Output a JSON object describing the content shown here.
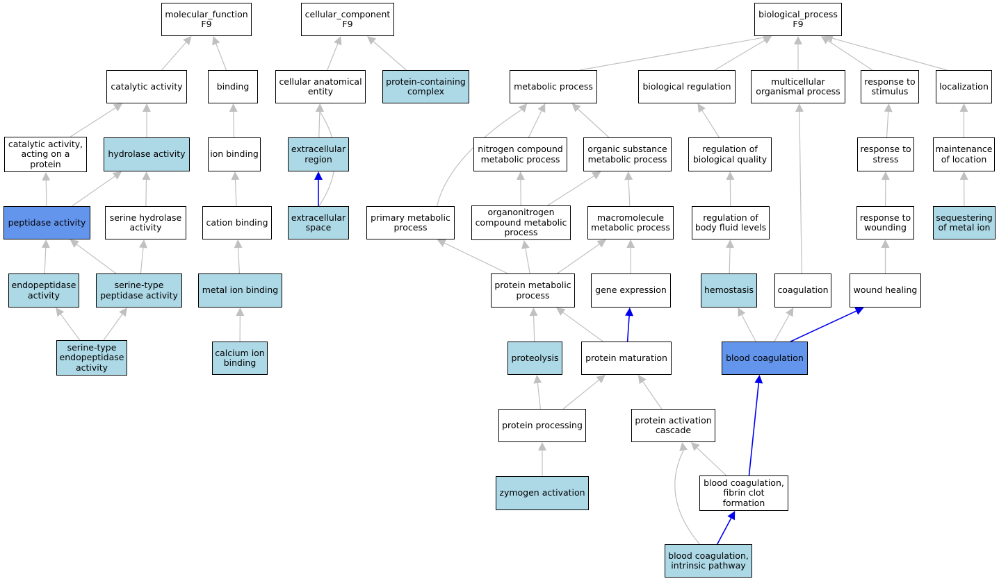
{
  "colors": {
    "plain": "#ffffff",
    "light": "#add8e6",
    "strong": "#6495ed",
    "edge_gray": "#c0c0c0",
    "edge_blue": "#0000ee"
  },
  "nodes": {
    "mf_root": {
      "label": "molecular_function\nF9",
      "style": "plain"
    },
    "catalytic": {
      "label": "catalytic activity",
      "style": "plain"
    },
    "binding": {
      "label": "binding",
      "style": "plain"
    },
    "cat_protein": {
      "label": "catalytic activity,\nacting on a\nprotein",
      "style": "plain"
    },
    "hydrolase": {
      "label": "hydrolase activity",
      "style": "light"
    },
    "ion_binding": {
      "label": "ion binding",
      "style": "plain"
    },
    "peptidase": {
      "label": "peptidase activity",
      "style": "strong"
    },
    "serine_hydrolase": {
      "label": "serine hydrolase\nactivity",
      "style": "plain"
    },
    "cation_binding": {
      "label": "cation binding",
      "style": "plain"
    },
    "endopeptidase": {
      "label": "endopeptidase\nactivity",
      "style": "light"
    },
    "serine_peptidase": {
      "label": "serine-type\npeptidase activity",
      "style": "light"
    },
    "metal_ion_binding": {
      "label": "metal ion binding",
      "style": "light"
    },
    "serine_endopeptidase": {
      "label": "serine-type\nendopeptidase\nactivity",
      "style": "light"
    },
    "calcium_binding": {
      "label": "calcium ion\nbinding",
      "style": "light"
    },
    "cc_root": {
      "label": "cellular_component\nF9",
      "style": "plain"
    },
    "cell_anat": {
      "label": "cellular anatomical\nentity",
      "style": "plain"
    },
    "protein_complex": {
      "label": "protein-containing\ncomplex",
      "style": "light"
    },
    "extracellular_region": {
      "label": "extracellular\nregion",
      "style": "light"
    },
    "extracellular_space": {
      "label": "extracellular\nspace",
      "style": "light"
    },
    "bp_root": {
      "label": "biological_process\nF9",
      "style": "plain"
    },
    "metabolic": {
      "label": "metabolic process",
      "style": "plain"
    },
    "bio_reg": {
      "label": "biological regulation",
      "style": "plain"
    },
    "multicell": {
      "label": "multicellular\norganismal process",
      "style": "plain"
    },
    "resp_stim": {
      "label": "response to\nstimulus",
      "style": "plain"
    },
    "localization": {
      "label": "localization",
      "style": "plain"
    },
    "nitrogen": {
      "label": "nitrogen compound\nmetabolic process",
      "style": "plain"
    },
    "organic": {
      "label": "organic substance\nmetabolic process",
      "style": "plain"
    },
    "reg_bio_quality": {
      "label": "regulation of\nbiological quality",
      "style": "plain"
    },
    "resp_stress": {
      "label": "response to\nstress",
      "style": "plain"
    },
    "maint_location": {
      "label": "maintenance\nof location",
      "style": "plain"
    },
    "primary_met": {
      "label": "primary metabolic\nprocess",
      "style": "plain"
    },
    "organonitrogen": {
      "label": "organonitrogen\ncompound metabolic\nprocess",
      "style": "plain"
    },
    "macromolecule": {
      "label": "macromolecule\nmetabolic process",
      "style": "plain"
    },
    "reg_body_fluid": {
      "label": "regulation of\nbody fluid levels",
      "style": "plain"
    },
    "resp_wounding": {
      "label": "response to\nwounding",
      "style": "plain"
    },
    "seq_metal_ion": {
      "label": "sequestering\nof metal ion",
      "style": "light"
    },
    "protein_met": {
      "label": "protein metabolic\nprocess",
      "style": "plain"
    },
    "gene_expr": {
      "label": "gene expression",
      "style": "plain"
    },
    "hemostasis": {
      "label": "hemostasis",
      "style": "light"
    },
    "coagulation": {
      "label": "coagulation",
      "style": "plain"
    },
    "wound_healing": {
      "label": "wound healing",
      "style": "plain"
    },
    "proteolysis": {
      "label": "proteolysis",
      "style": "light"
    },
    "protein_maturation": {
      "label": "protein maturation",
      "style": "plain"
    },
    "blood_coag": {
      "label": "blood coagulation",
      "style": "strong"
    },
    "protein_processing": {
      "label": "protein processing",
      "style": "plain"
    },
    "prot_act_cascade": {
      "label": "protein activation\ncascade",
      "style": "plain"
    },
    "fibrin_clot": {
      "label": "blood coagulation,\nfibrin clot\nformation",
      "style": "plain"
    },
    "zymogen": {
      "label": "zymogen activation",
      "style": "light"
    },
    "intrinsic": {
      "label": "blood coagulation,\nintrinsic pathway",
      "style": "light"
    }
  },
  "edges": [
    {
      "from": "catalytic",
      "to": "mf_root",
      "color": "gray"
    },
    {
      "from": "binding",
      "to": "mf_root",
      "color": "gray"
    },
    {
      "from": "cat_protein",
      "to": "catalytic",
      "color": "gray"
    },
    {
      "from": "hydrolase",
      "to": "catalytic",
      "color": "gray"
    },
    {
      "from": "ion_binding",
      "to": "binding",
      "color": "gray"
    },
    {
      "from": "peptidase",
      "to": "cat_protein",
      "color": "gray"
    },
    {
      "from": "peptidase",
      "to": "hydrolase",
      "color": "gray"
    },
    {
      "from": "serine_hydrolase",
      "to": "hydrolase",
      "color": "gray"
    },
    {
      "from": "cation_binding",
      "to": "ion_binding",
      "color": "gray"
    },
    {
      "from": "endopeptidase",
      "to": "peptidase",
      "color": "gray"
    },
    {
      "from": "serine_peptidase",
      "to": "peptidase",
      "color": "gray"
    },
    {
      "from": "serine_peptidase",
      "to": "serine_hydrolase",
      "color": "gray"
    },
    {
      "from": "metal_ion_binding",
      "to": "cation_binding",
      "color": "gray"
    },
    {
      "from": "serine_endopeptidase",
      "to": "endopeptidase",
      "color": "gray"
    },
    {
      "from": "serine_endopeptidase",
      "to": "serine_peptidase",
      "color": "gray"
    },
    {
      "from": "calcium_binding",
      "to": "metal_ion_binding",
      "color": "gray"
    },
    {
      "from": "cell_anat",
      "to": "cc_root",
      "color": "gray"
    },
    {
      "from": "protein_complex",
      "to": "cc_root",
      "color": "gray"
    },
    {
      "from": "extracellular_region",
      "to": "cell_anat",
      "color": "gray"
    },
    {
      "from": "extracellular_space",
      "to": "cell_anat",
      "color": "gray",
      "curve": "right"
    },
    {
      "from": "extracellular_space",
      "to": "extracellular_region",
      "color": "blue"
    },
    {
      "from": "metabolic",
      "to": "bp_root",
      "color": "gray"
    },
    {
      "from": "bio_reg",
      "to": "bp_root",
      "color": "gray"
    },
    {
      "from": "multicell",
      "to": "bp_root",
      "color": "gray"
    },
    {
      "from": "resp_stim",
      "to": "bp_root",
      "color": "gray"
    },
    {
      "from": "localization",
      "to": "bp_root",
      "color": "gray"
    },
    {
      "from": "nitrogen",
      "to": "metabolic",
      "color": "gray"
    },
    {
      "from": "organic",
      "to": "metabolic",
      "color": "gray"
    },
    {
      "from": "primary_met",
      "to": "metabolic",
      "color": "gray",
      "curve": "left"
    },
    {
      "from": "reg_bio_quality",
      "to": "bio_reg",
      "color": "gray"
    },
    {
      "from": "resp_stress",
      "to": "resp_stim",
      "color": "gray"
    },
    {
      "from": "maint_location",
      "to": "localization",
      "color": "gray"
    },
    {
      "from": "organonitrogen",
      "to": "nitrogen",
      "color": "gray"
    },
    {
      "from": "organonitrogen",
      "to": "organic",
      "color": "gray"
    },
    {
      "from": "macromolecule",
      "to": "organic",
      "color": "gray"
    },
    {
      "from": "reg_body_fluid",
      "to": "reg_bio_quality",
      "color": "gray"
    },
    {
      "from": "resp_wounding",
      "to": "resp_stress",
      "color": "gray"
    },
    {
      "from": "seq_metal_ion",
      "to": "maint_location",
      "color": "gray"
    },
    {
      "from": "protein_met",
      "to": "primary_met",
      "color": "gray"
    },
    {
      "from": "protein_met",
      "to": "organonitrogen",
      "color": "gray"
    },
    {
      "from": "protein_met",
      "to": "macromolecule",
      "color": "gray"
    },
    {
      "from": "gene_expr",
      "to": "macromolecule",
      "color": "gray"
    },
    {
      "from": "hemostasis",
      "to": "reg_body_fluid",
      "color": "gray"
    },
    {
      "from": "coagulation",
      "to": "multicell",
      "color": "gray"
    },
    {
      "from": "wound_healing",
      "to": "resp_wounding",
      "color": "gray"
    },
    {
      "from": "proteolysis",
      "to": "protein_met",
      "color": "gray"
    },
    {
      "from": "protein_maturation",
      "to": "protein_met",
      "color": "gray"
    },
    {
      "from": "protein_maturation",
      "to": "gene_expr",
      "color": "blue"
    },
    {
      "from": "blood_coag",
      "to": "hemostasis",
      "color": "gray"
    },
    {
      "from": "blood_coag",
      "to": "coagulation",
      "color": "gray"
    },
    {
      "from": "blood_coag",
      "to": "wound_healing",
      "color": "blue"
    },
    {
      "from": "protein_processing",
      "to": "proteolysis",
      "color": "gray"
    },
    {
      "from": "protein_processing",
      "to": "protein_maturation",
      "color": "gray"
    },
    {
      "from": "prot_act_cascade",
      "to": "protein_maturation",
      "color": "gray"
    },
    {
      "from": "zymogen",
      "to": "protein_processing",
      "color": "gray"
    },
    {
      "from": "fibrin_clot",
      "to": "prot_act_cascade",
      "color": "gray"
    },
    {
      "from": "fibrin_clot",
      "to": "blood_coag",
      "color": "blue"
    },
    {
      "from": "intrinsic",
      "to": "prot_act_cascade",
      "color": "gray",
      "curve": "left"
    },
    {
      "from": "intrinsic",
      "to": "fibrin_clot",
      "color": "blue"
    }
  ]
}
